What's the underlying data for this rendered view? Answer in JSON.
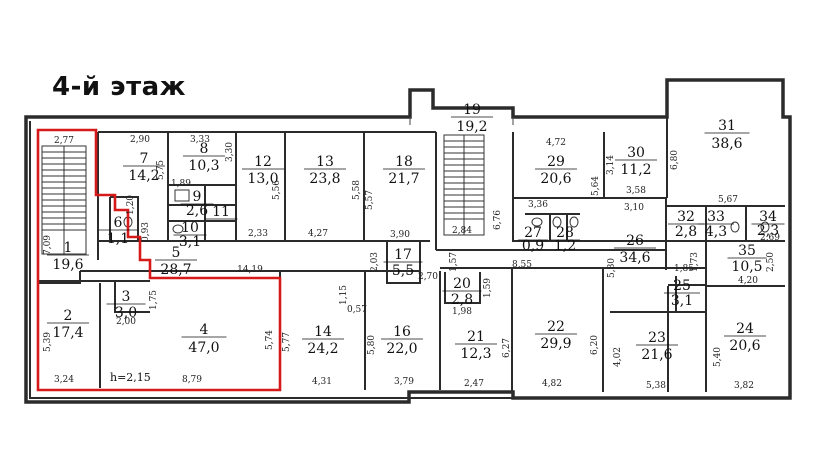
{
  "floor_title": "4-й этаж",
  "height_note": "h=2,15",
  "highlight_color": "#d61a1a",
  "rooms": [
    {
      "num": "1",
      "area": "19,6"
    },
    {
      "num": "2",
      "area": "17,4"
    },
    {
      "num": "3",
      "area": "3,0"
    },
    {
      "num": "4",
      "area": "47,0"
    },
    {
      "num": "5",
      "area": "28,7"
    },
    {
      "num": "6",
      "area": "1,1"
    },
    {
      "num": "7",
      "area": "14,2"
    },
    {
      "num": "8",
      "area": "10,3"
    },
    {
      "num": "9",
      "area": "2,6"
    },
    {
      "num": "10",
      "area": "3,1"
    },
    {
      "num": "11",
      "area": ""
    },
    {
      "num": "12",
      "area": "13,0"
    },
    {
      "num": "13",
      "area": "23,8"
    },
    {
      "num": "14",
      "area": "24,2"
    },
    {
      "num": "16",
      "area": "22,0"
    },
    {
      "num": "17",
      "area": "5,5"
    },
    {
      "num": "18",
      "area": "21,7"
    },
    {
      "num": "19",
      "area": "19,2"
    },
    {
      "num": "20",
      "area": "2,8"
    },
    {
      "num": "21",
      "area": "12,3"
    },
    {
      "num": "22",
      "area": "29,9"
    },
    {
      "num": "23",
      "area": "21,6"
    },
    {
      "num": "24",
      "area": "20,6"
    },
    {
      "num": "25",
      "area": "3,1"
    },
    {
      "num": "26",
      "area": "34,6"
    },
    {
      "num": "27",
      "area": "0,9"
    },
    {
      "num": "28",
      "area": "1,2"
    },
    {
      "num": "29",
      "area": "20,6"
    },
    {
      "num": "30",
      "area": "11,2"
    },
    {
      "num": "31",
      "area": "38,6"
    },
    {
      "num": "32",
      "area": "2,8"
    },
    {
      "num": "33",
      "area": "4,3"
    },
    {
      "num": "34",
      "area": "2,3"
    },
    {
      "num": "35",
      "area": "10,5"
    }
  ],
  "dimensions": {
    "d1": "2,77",
    "d2": "2,90",
    "d3": "3,33",
    "d4": "3,30",
    "d5": "5,75",
    "d6": "5,56",
    "d7": "5,58",
    "d8": "5,57",
    "d9": "3,90",
    "d10": "2,84",
    "d11": "6,76",
    "d12": "4,72",
    "d13": "3,14",
    "d14": "5,64",
    "d15": "3,58",
    "d16": "6,80",
    "d17": "5,67",
    "d18": "3,10",
    "d19": "3,36",
    "d20": "7,09",
    "d21": "2,33",
    "d22": "4,27",
    "d23": "14,19",
    "d24": "2,03",
    "d25": "2,70",
    "d26": "1,57",
    "d27": "8,55",
    "d28": "1,59",
    "d29": "1,98",
    "d30": "5,80",
    "d31": "1,73",
    "d32": "1,85",
    "d33": "2,50",
    "d34": "4,20",
    "d35": "1,75",
    "d36": "2,00",
    "d37": "5,39",
    "d38": "5,74",
    "d39": "5,77",
    "d40": "5,80",
    "d41": "6,27",
    "d42": "6,20",
    "d43": "4,02",
    "d44": "5,40",
    "d45": "3,24",
    "d46": "8,79",
    "d47": "4,31",
    "d48": "3,79",
    "d49": "2,47",
    "d50": "4,82",
    "d51": "5,38",
    "d52": "3,82",
    "d53": "2,69",
    "d54": "1,89",
    "d55": "1,20",
    "d56": "0,93",
    "d57": "1,15",
    "d58": "0,57"
  }
}
